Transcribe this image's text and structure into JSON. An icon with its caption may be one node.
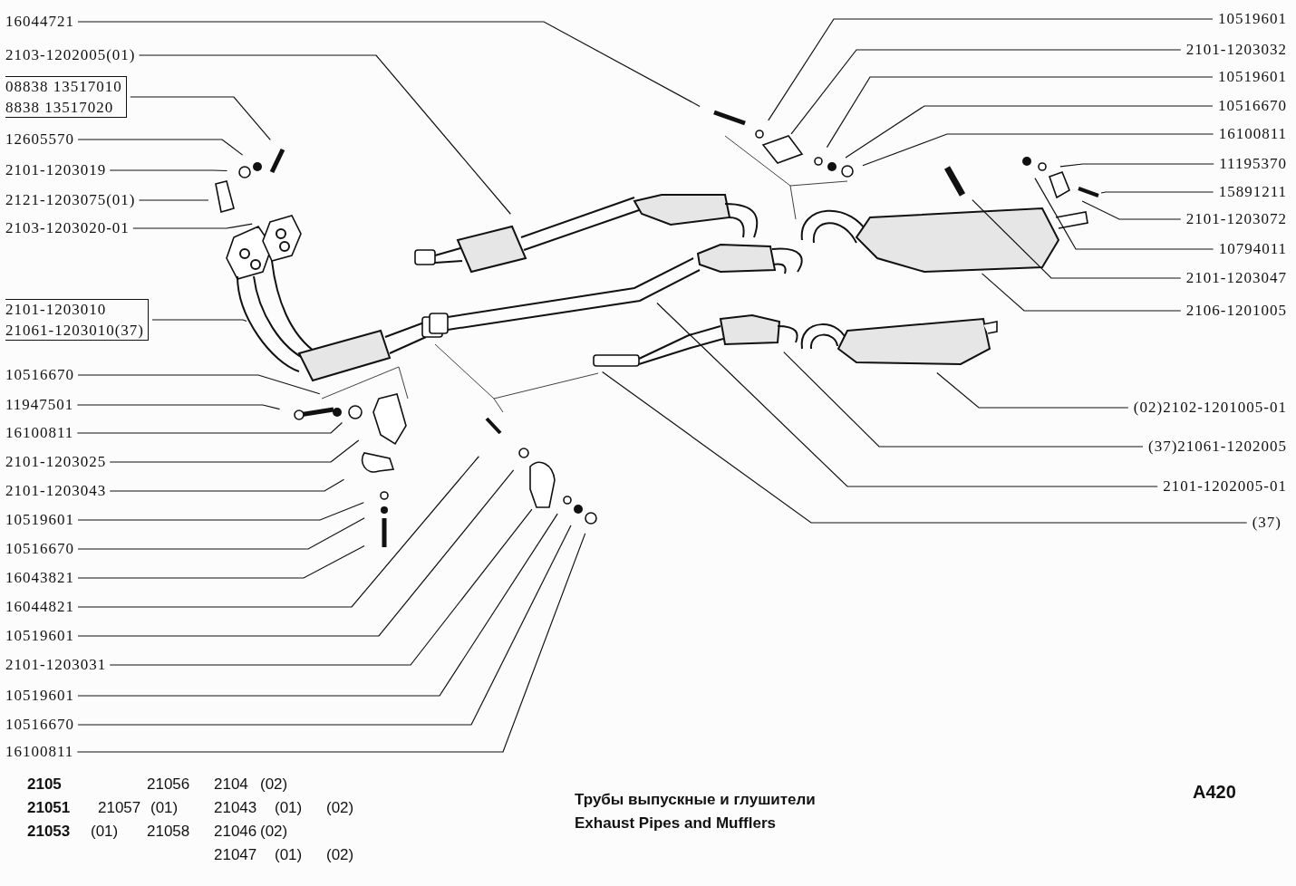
{
  "diagram": {
    "title": "Трубы выпускные и глушители",
    "caption": "Exhaust Pipes and Mufflers",
    "nodes": [
      {
        "text": [
          "16044721"
        ]
      },
      {
        "text": [
          "2103-1202005(01)"
        ]
      },
      {
        "text": [
          "08838 13517010",
          "8838 13517020"
        ]
      },
      {
        "text": [
          "12605570"
        ]
      },
      {
        "text": [
          "2101-1203019"
        ]
      },
      {
        "text": [
          "2121-1203075(01)"
        ]
      },
      {
        "text": [
          "2103-1203020-01"
        ]
      },
      {
        "text": [
          "2101-1203010",
          "21061-1203010(37)"
        ]
      },
      {
        "text": [
          "10516670"
        ]
      },
      {
        "text": [
          "11947501"
        ]
      },
      {
        "text": [
          "16100811"
        ]
      },
      {
        "text": [
          "2101-1203025"
        ]
      },
      {
        "text": [
          "2101-1203043"
        ]
      },
      {
        "text": [
          "10519601"
        ]
      },
      {
        "text": [
          "10516670"
        ]
      },
      {
        "text": [
          "16043821"
        ]
      },
      {
        "text": [
          "16044821"
        ]
      },
      {
        "text": [
          "10519601"
        ]
      },
      {
        "text": [
          "2101-1203031"
        ]
      },
      {
        "text": [
          "10519601"
        ]
      },
      {
        "text": [
          "10516670"
        ]
      },
      {
        "text": [
          "16100811"
        ]
      },
      {
        "text": [
          "10519601"
        ]
      },
      {
        "text": [
          "2101-1203032"
        ]
      },
      {
        "text": [
          "10519601"
        ]
      },
      {
        "text": [
          "10516670"
        ]
      },
      {
        "text": [
          "16100811"
        ]
      },
      {
        "text": [
          "11195370"
        ]
      },
      {
        "text": [
          "15891211"
        ]
      },
      {
        "text": [
          "2101-1203072"
        ]
      },
      {
        "text": [
          "10794011"
        ]
      },
      {
        "text": [
          "2101-1203047"
        ]
      },
      {
        "text": [
          "2106-1201005"
        ]
      },
      {
        "text": [
          "(02)2102-1201005-01"
        ]
      },
      {
        "text": [
          "(37)21061-1202005"
        ]
      },
      {
        "text": [
          "2101-1202005-01"
        ]
      },
      {
        "text": [
          "(37)"
        ]
      }
    ],
    "edges": [
      {
        "from": 0,
        "to": null,
        "arrow": "none"
      },
      {
        "from": 1,
        "to": null,
        "arrow": "none"
      },
      {
        "from": 2,
        "to": null,
        "arrow": "none"
      },
      {
        "from": 3,
        "to": null,
        "arrow": "none"
      },
      {
        "from": 4,
        "to": null,
        "arrow": "none"
      },
      {
        "from": 5,
        "to": null,
        "arrow": "none"
      },
      {
        "from": 6,
        "to": null,
        "arrow": "none"
      },
      {
        "from": 7,
        "to": null,
        "arrow": "none"
      },
      {
        "from": 8,
        "to": null,
        "arrow": "none"
      },
      {
        "from": 9,
        "to": null,
        "arrow": "none"
      },
      {
        "from": 10,
        "to": null,
        "arrow": "none"
      },
      {
        "from": 11,
        "to": null,
        "arrow": "none"
      },
      {
        "from": 12,
        "to": null,
        "arrow": "none"
      },
      {
        "from": 13,
        "to": null,
        "arrow": "none"
      },
      {
        "from": 14,
        "to": null,
        "arrow": "none"
      },
      {
        "from": 15,
        "to": null,
        "arrow": "none"
      },
      {
        "from": 16,
        "to": null,
        "arrow": "none"
      },
      {
        "from": 17,
        "to": null,
        "arrow": "none"
      },
      {
        "from": 18,
        "to": null,
        "arrow": "none"
      },
      {
        "from": 19,
        "to": null,
        "arrow": "none"
      },
      {
        "from": 20,
        "to": null,
        "arrow": "none"
      },
      {
        "from": 21,
        "to": null,
        "arrow": "none"
      },
      {
        "from": 22,
        "to": null,
        "arrow": "none"
      },
      {
        "from": 23,
        "to": null,
        "arrow": "none"
      },
      {
        "from": 24,
        "to": null,
        "arrow": "none"
      },
      {
        "from": 25,
        "to": null,
        "arrow": "none"
      },
      {
        "from": 26,
        "to": null,
        "arrow": "none"
      },
      {
        "from": 27,
        "to": null,
        "arrow": "none"
      },
      {
        "from": 28,
        "to": null,
        "arrow": "none"
      },
      {
        "from": 29,
        "to": null,
        "arrow": "none"
      },
      {
        "from": 30,
        "to": null,
        "arrow": "none"
      },
      {
        "from": 31,
        "to": null,
        "arrow": "none"
      },
      {
        "from": 32,
        "to": null,
        "arrow": "none"
      },
      {
        "from": 33,
        "to": null,
        "arrow": "none"
      },
      {
        "from": 34,
        "to": null,
        "arrow": "none"
      },
      {
        "from": 35,
        "to": null,
        "arrow": "none"
      },
      {
        "from": 36,
        "to": null,
        "arrow": "none"
      }
    ],
    "labels": [
      "2105",
      "21056",
      "2104",
      "(02)",
      "21051",
      "21057",
      "(01)",
      "21043",
      "(01)",
      "(02)",
      "21053",
      "(01)",
      "21058",
      "21046",
      "(02)",
      "21047",
      "(01)",
      "(02)",
      "A420"
    ]
  }
}
